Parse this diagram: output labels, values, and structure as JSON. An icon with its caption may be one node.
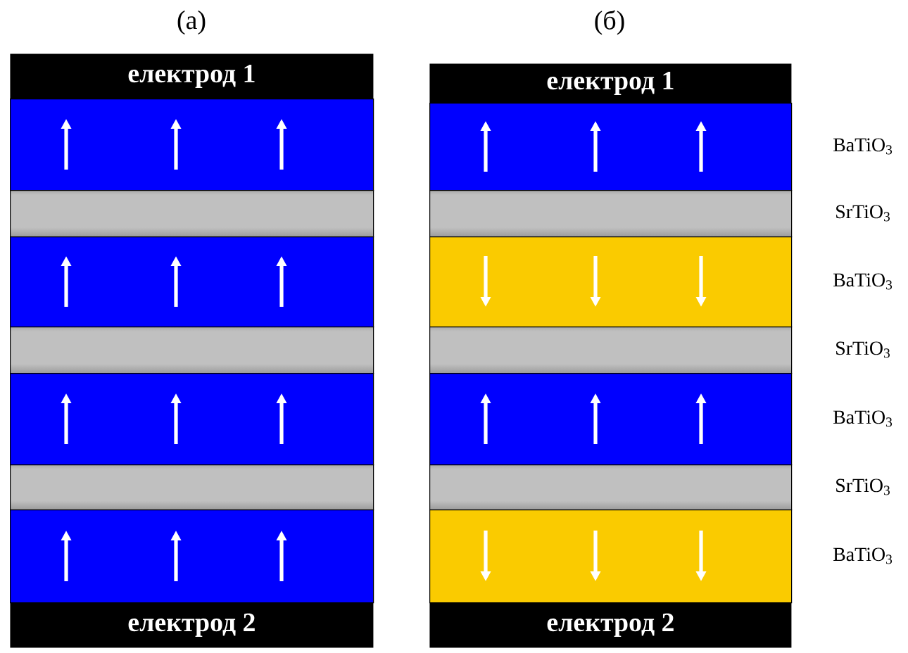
{
  "diagram": {
    "nodes": [
      {
        "text": [
          "електрод 1"
        ]
      },
      {
        "text": [],
        "shape": "bar"
      },
      {
        "text": [],
        "shape": "bar"
      },
      {
        "text": [],
        "shape": "bar"
      },
      {
        "text": [],
        "shape": "bar"
      },
      {
        "text": [],
        "shape": "bar"
      },
      {
        "text": [],
        "shape": "bar"
      },
      {
        "text": [],
        "shape": "bar"
      },
      {
        "text": [
          "електрод 2"
        ]
      },
      {
        "text": [
          "електрод 1"
        ]
      },
      {
        "text": [],
        "shape": "bar",
        "beside": [
          "BaTiO$_{3}$"
        ]
      },
      {
        "text": [],
        "shape": "bar",
        "beside": [
          "SrTiO$_{3}$"
        ]
      },
      {
        "text": [],
        "shape": "bar",
        "beside": [
          "BaTiO$_{3}$"
        ]
      },
      {
        "text": [],
        "shape": "bar",
        "beside": [
          "SrTiO$_{3}$"
        ]
      },
      {
        "text": [],
        "shape": "bar",
        "beside": [
          "BaTiO$_{3}$"
        ]
      },
      {
        "text": [],
        "shape": "bar",
        "beside": [
          "SrTiO$_{3}$"
        ]
      },
      {
        "text": [],
        "shape": "bar",
        "beside": [
          "BaTiO$_{3}$"
        ]
      },
      {
        "text": [
          "електрод 2"
        ]
      }
    ],
    "labels": [
      "(а)",
      "(б)"
    ]
  }
}
